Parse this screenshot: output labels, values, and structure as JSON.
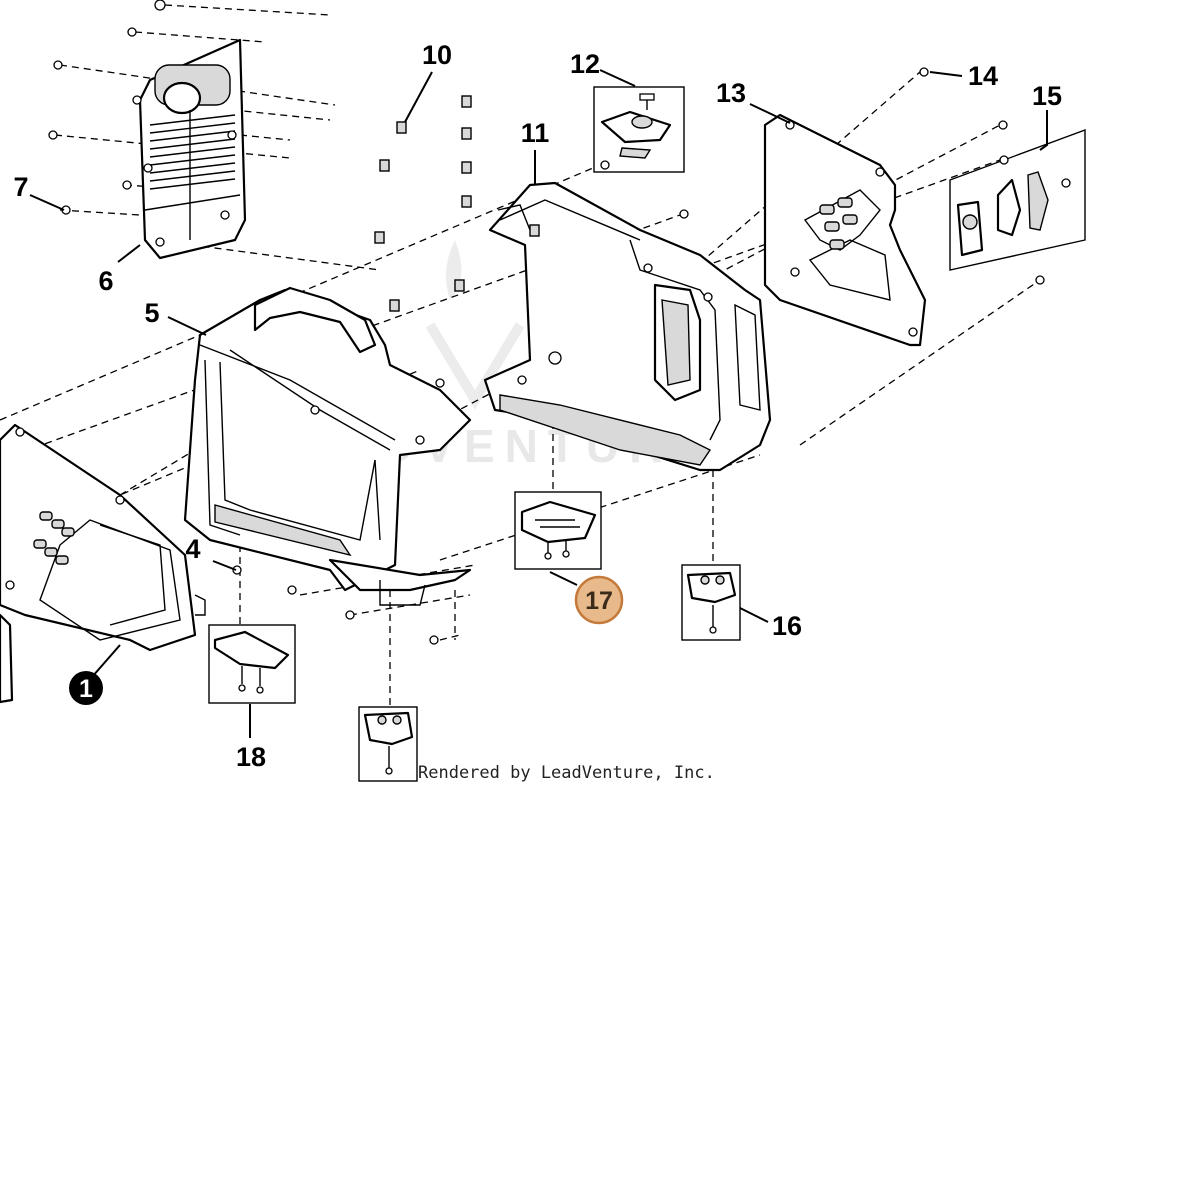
{
  "callouts": {
    "c1": "1",
    "c4": "4",
    "c5": "5",
    "c6": "6",
    "c7": "7",
    "c10": "10",
    "c11": "11",
    "c12": "12",
    "c13": "13",
    "c14": "14",
    "c15": "15",
    "c16": "16",
    "c17": "17",
    "c18": "18"
  },
  "highlighted_callout": "17",
  "credit": "Rendered by LeadVenture, Inc.",
  "watermark": "LEADVENTURE",
  "colors": {
    "highlight_fill": "#e8b98a",
    "highlight_stroke": "#c47a3a",
    "line": "#000000",
    "watermark": "#e8e8e8"
  }
}
